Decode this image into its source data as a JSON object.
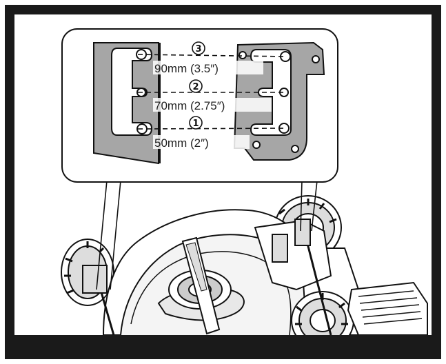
{
  "diagram": {
    "title": "",
    "positions": [
      {
        "marker": "3",
        "label": "90mm (3.5″)"
      },
      {
        "marker": "2",
        "label": "70mm (2.75″)"
      },
      {
        "marker": "1",
        "label": "50mm (2″)"
      }
    ],
    "colors": {
      "frame": "#1a1a1a",
      "plate": "#a6a6a6",
      "ink": "#111111",
      "background": "#ffffff"
    },
    "icons": [
      "lawnmower-underside-illustration",
      "height-adjust-bracket",
      "height-adjust-plate"
    ]
  }
}
